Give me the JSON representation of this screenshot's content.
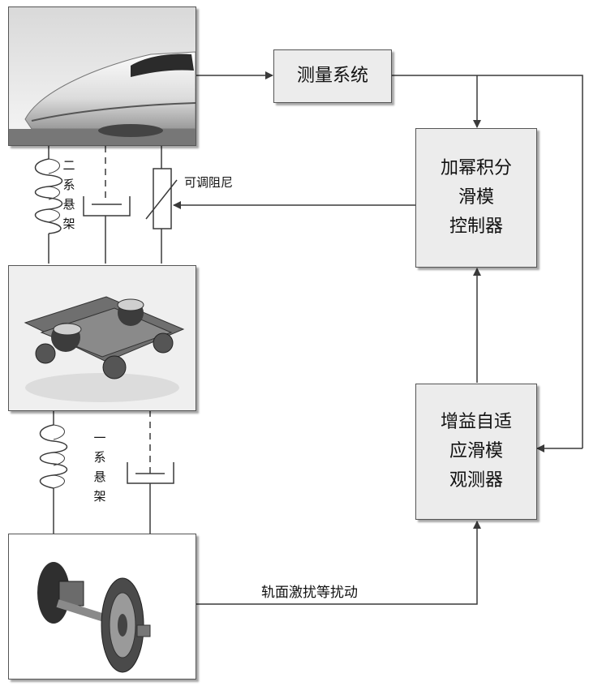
{
  "blocks": {
    "measurement": "测量系统",
    "controller": [
      "加幂积分",
      "滑模",
      "控制器"
    ],
    "observer": [
      "增益自适",
      "应滑模",
      "观测器"
    ]
  },
  "labels": {
    "adjustable_damping": "可调阻尼",
    "secondary_suspension": [
      "二",
      "系",
      "悬",
      "架"
    ],
    "primary_suspension": [
      "一",
      "系",
      "悬",
      "架"
    ],
    "disturbance": "轨面激扰等扰动"
  },
  "images": {
    "train": "high-speed-train-image",
    "bogie": "bogie-image",
    "wheelset": "wheelset-image"
  },
  "colors": {
    "line": "#3a3a3a",
    "block_fill": "#ececec"
  }
}
